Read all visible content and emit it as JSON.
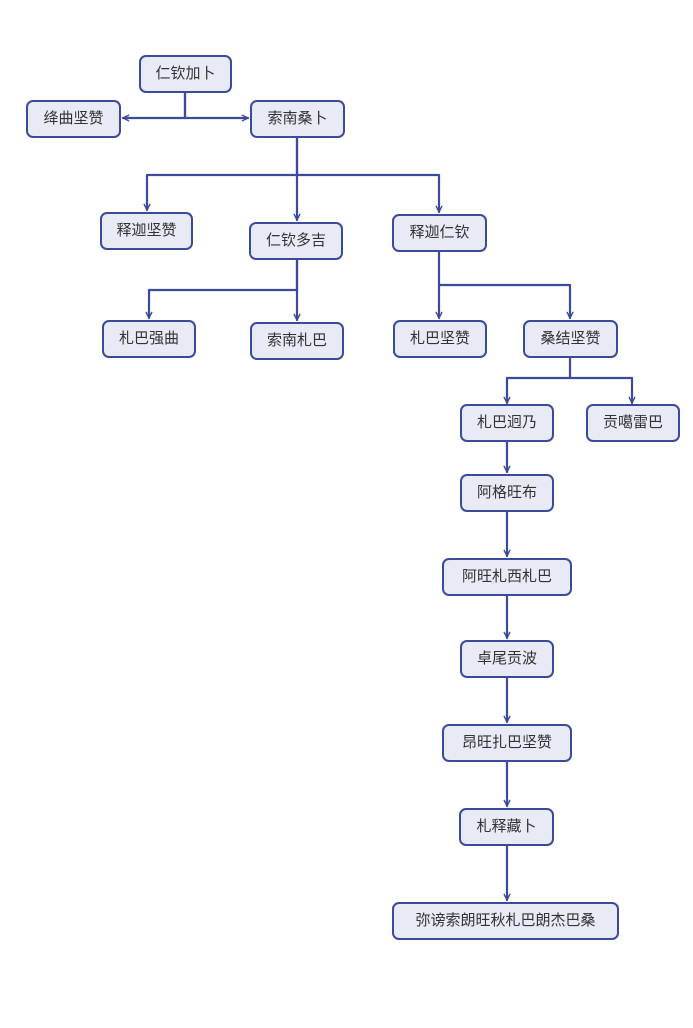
{
  "colors": {
    "node_fill": "#e8eaf6",
    "node_border": "#3b4a9a",
    "edge": "#3b4a9a",
    "text": "#333333"
  },
  "nodes": {
    "n1": "仁钦加卜",
    "n2": "绛曲坚赞",
    "n3": "索南桑卜",
    "n4": "释迦坚赞",
    "n5": "仁钦多吉",
    "n6": "释迦仁钦",
    "n7": "札巴强曲",
    "n8": "索南札巴",
    "n9": "札巴坚赞",
    "n10": "桑结坚赞",
    "n11": "札巴迥乃",
    "n12": "贡噶雷巴",
    "n13": "阿格旺布",
    "n14": "阿旺札西札巴",
    "n15": "卓尾贡波",
    "n16": "昂旺扎巴坚赞",
    "n17": "札释藏卜",
    "n18": "弥谤索朗旺秋札巴朗杰巴桑"
  }
}
